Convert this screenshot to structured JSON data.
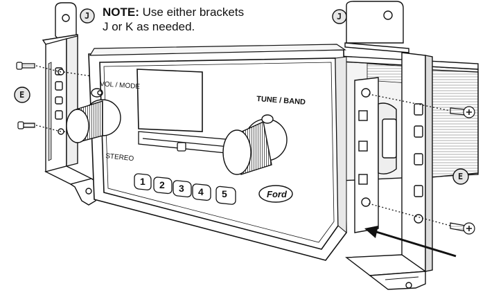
{
  "note": {
    "heading": "NOTE:",
    "line1": "Use either brackets",
    "line2": "J or K as needed."
  },
  "callouts": {
    "j_left": "J",
    "j_right": "J",
    "e_left": "E",
    "e_right": "E"
  },
  "radio": {
    "vol_label": "VOL / MODE",
    "tune_label": "TUNE / BAND",
    "stereo_label": "STEREO",
    "brand": "Ford",
    "presets": [
      "1",
      "2",
      "3",
      "4",
      "5"
    ]
  }
}
